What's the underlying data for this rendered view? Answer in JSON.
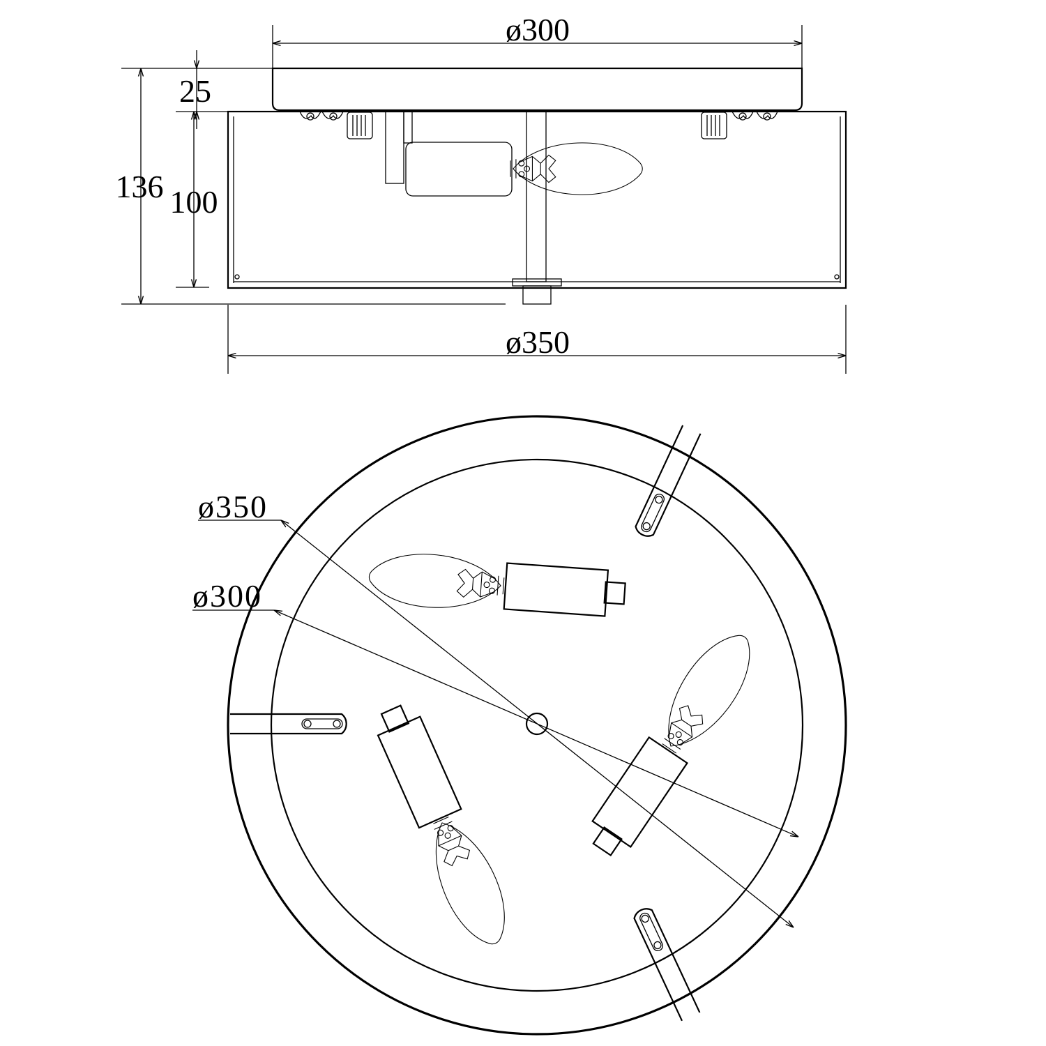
{
  "side_view": {
    "top_diameter": "ø300",
    "bottom_diameter": "ø350",
    "canopy_height": "25",
    "total_height": "136",
    "shade_height": "100"
  },
  "bottom_view": {
    "outer_diameter": "ø350",
    "inner_diameter": "ø300"
  },
  "colors": {
    "line": "#000000",
    "background": "#ffffff"
  }
}
